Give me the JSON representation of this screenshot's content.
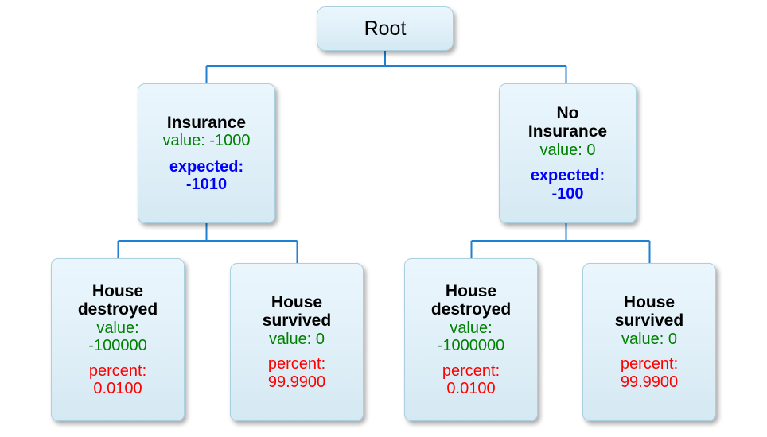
{
  "diagram": {
    "type": "decision-tree",
    "colors": {
      "value_text": "#008000",
      "expected_text": "#0000ff",
      "percent_text": "#ff0000",
      "node_border": "#a9cfe0",
      "connector": "#1f7fd0",
      "node_fill_top": "#eaf6fc",
      "node_fill_bottom": "#d4e9f2"
    },
    "root": {
      "label": "Root"
    },
    "branches": [
      {
        "id": "insurance",
        "title": "Insurance",
        "value_label": "value: -1000",
        "expected_label": "expected:",
        "expected_value": "-1010"
      },
      {
        "id": "no-insurance",
        "title_line1": "No",
        "title_line2": "Insurance",
        "value_label": "value: 0",
        "expected_label": "expected:",
        "expected_value": "-100"
      }
    ],
    "leaves": [
      {
        "id": "insurance-destroyed",
        "title_line1": "House",
        "title_line2": "destroyed",
        "value_label": "value:",
        "value_number": "-100000",
        "percent_label": "percent:",
        "percent_number": "0.0100"
      },
      {
        "id": "insurance-survived",
        "title_line1": "House",
        "title_line2": "survived",
        "value_label": "value: 0",
        "value_number": "",
        "percent_label": "percent:",
        "percent_number": "99.9900"
      },
      {
        "id": "no-insurance-destroyed",
        "title_line1": "House",
        "title_line2": "destroyed",
        "value_label": "value:",
        "value_number": "-1000000",
        "percent_label": "percent:",
        "percent_number": "0.0100"
      },
      {
        "id": "no-insurance-survived",
        "title_line1": "House",
        "title_line2": "survived",
        "value_label": "value: 0",
        "value_number": "",
        "percent_label": "percent:",
        "percent_number": "99.9900"
      }
    ]
  }
}
